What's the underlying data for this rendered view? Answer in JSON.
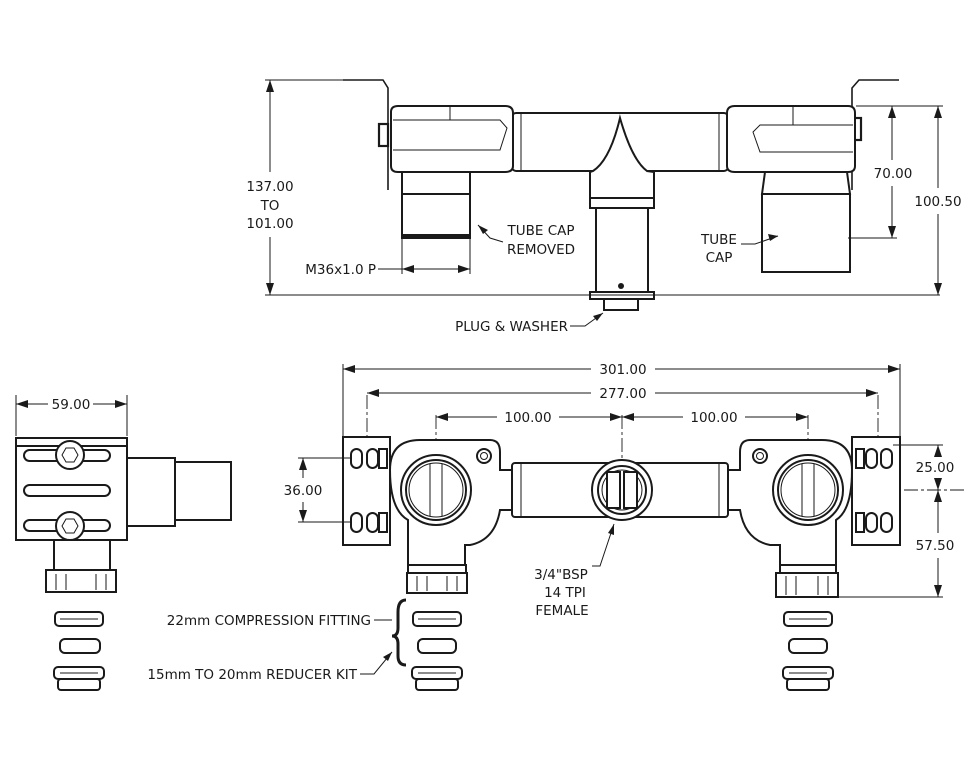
{
  "labels": {
    "height_top": "137.00",
    "height_to": "TO",
    "height_bottom": "101.00",
    "tube_cap_removed_1": "TUBE CAP",
    "tube_cap_removed_2": "REMOVED",
    "thread": "M36x1.0 P",
    "tube_cap_1": "TUBE",
    "tube_cap_2": "CAP",
    "dim_70": "70.00",
    "dim_100_50": "100.50",
    "plug_washer": "PLUG & WASHER",
    "dim_301": "301.00",
    "dim_277": "277.00",
    "dim_100_left": "100.00",
    "dim_100_right": "100.00",
    "dim_59": "59.00",
    "dim_36": "36.00",
    "dim_25": "25.00",
    "dim_57_50": "57.50",
    "bsp_1": "3/4\"BSP",
    "bsp_2": "14 TPI",
    "bsp_3": "FEMALE",
    "compression": "22mm COMPRESSION FITTING",
    "reducer": "15mm TO 20mm REDUCER KIT"
  }
}
